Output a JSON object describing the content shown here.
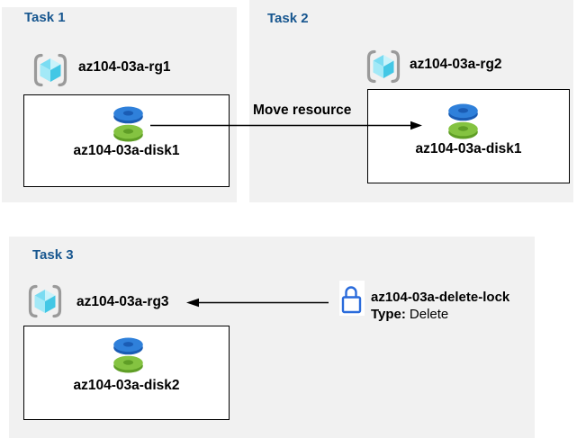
{
  "tasks": [
    {
      "title": "Task 1",
      "resource_group": "az104-03a-rg1",
      "disk": "az104-03a-disk1"
    },
    {
      "title": "Task 2",
      "resource_group": "az104-03a-rg2",
      "disk": "az104-03a-disk1"
    },
    {
      "title": "Task 3",
      "resource_group": "az104-03a-rg3",
      "disk": "az104-03a-disk2"
    }
  ],
  "move_arrow": {
    "label": "Move resource"
  },
  "delete_lock": {
    "name": "az104-03a-delete-lock",
    "type_label": "Type:",
    "type_value": "Delete"
  },
  "icons": {
    "resource_group": "resource-group-icon",
    "disk": "managed-disk-icon",
    "lock": "lock-icon"
  },
  "colors": {
    "panel_bg": "#f1f1f1",
    "title_blue": "#17568f",
    "label_black": "#000000",
    "arrow_black": "#000000",
    "lock_blue": "#2a6bdb",
    "rg_bracket_gray": "#9a9a9a",
    "rg_cube_cyan": "#50d0ec",
    "disk_blue": "#2f80da",
    "disk_green": "#84c341"
  }
}
